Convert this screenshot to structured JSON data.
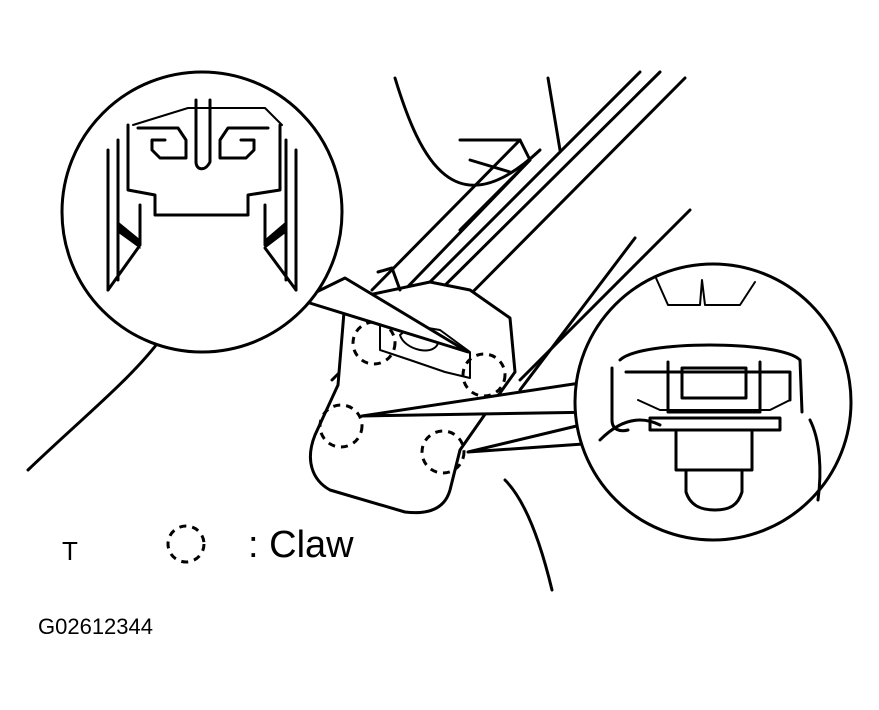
{
  "figure": {
    "view_code": "T",
    "legend_colon": ":",
    "legend_label": "Claw",
    "figure_id": "G02612344"
  },
  "icons": {
    "legend_symbol": "dashed-circle-icon",
    "left_detail": "magnified-clip-cross-section",
    "right_detail": "magnified-claw-clip-cross-section"
  },
  "colors": {
    "line": "#000000",
    "background": "#ffffff"
  }
}
